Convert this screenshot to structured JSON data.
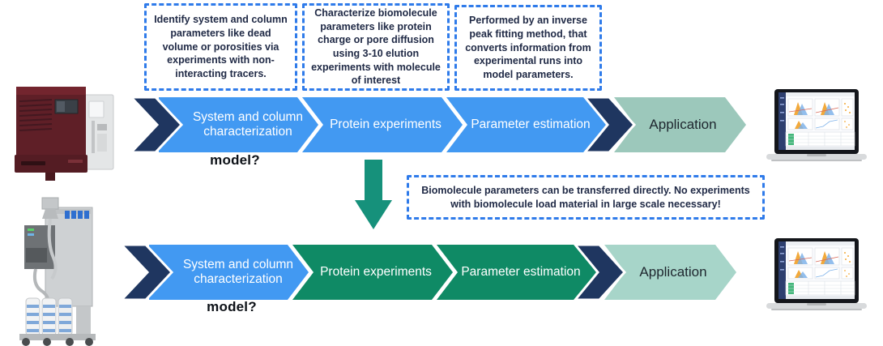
{
  "callouts": {
    "system_characterization": "Identify system and column parameters like dead volume or porosities via experiments with non-interacting tracers.",
    "protein_experiments": "Characterize biomolecule parameters like protein charge or pore diffusion using 3-10 elution experiments with molecule of interest",
    "parameter_estimation": "Performed by an inverse peak fitting method, that converts information from experimental runs into model parameters.",
    "transfer_note": "Biomolecule parameters  can be transferred directly. No experiments with biomolecule load material in large scale necessary!"
  },
  "flow_top": {
    "model_question": "model?",
    "steps": [
      {
        "label": "System and column characterization",
        "fill": "#4299f2"
      },
      {
        "label": "Protein experiments",
        "fill": "#4299f2"
      },
      {
        "label": "Parameter estimation",
        "fill": "#4299f2"
      },
      {
        "label": "Application",
        "fill": "#9cc8bb"
      }
    ]
  },
  "flow_bottom": {
    "model_question": "model?",
    "steps": [
      {
        "label": "System and column characterization",
        "fill": "#4299f2"
      },
      {
        "label": "Protein experiments",
        "fill": "#0f8a65"
      },
      {
        "label": "Parameter estimation",
        "fill": "#0f8a65"
      },
      {
        "label": "Application",
        "fill": "#a7d5c9"
      }
    ]
  },
  "colors": {
    "chevron_navy": "#1f3660",
    "chevron_blue": "#4299f2",
    "chevron_green": "#0f8a65",
    "application_teal_top": "#9cc8bb",
    "application_teal_bottom": "#a7d5c9",
    "callout_border_blue": "#2f7bea",
    "callout_text_navy": "#202a46",
    "transfer_arrow_green": "#16917b"
  }
}
